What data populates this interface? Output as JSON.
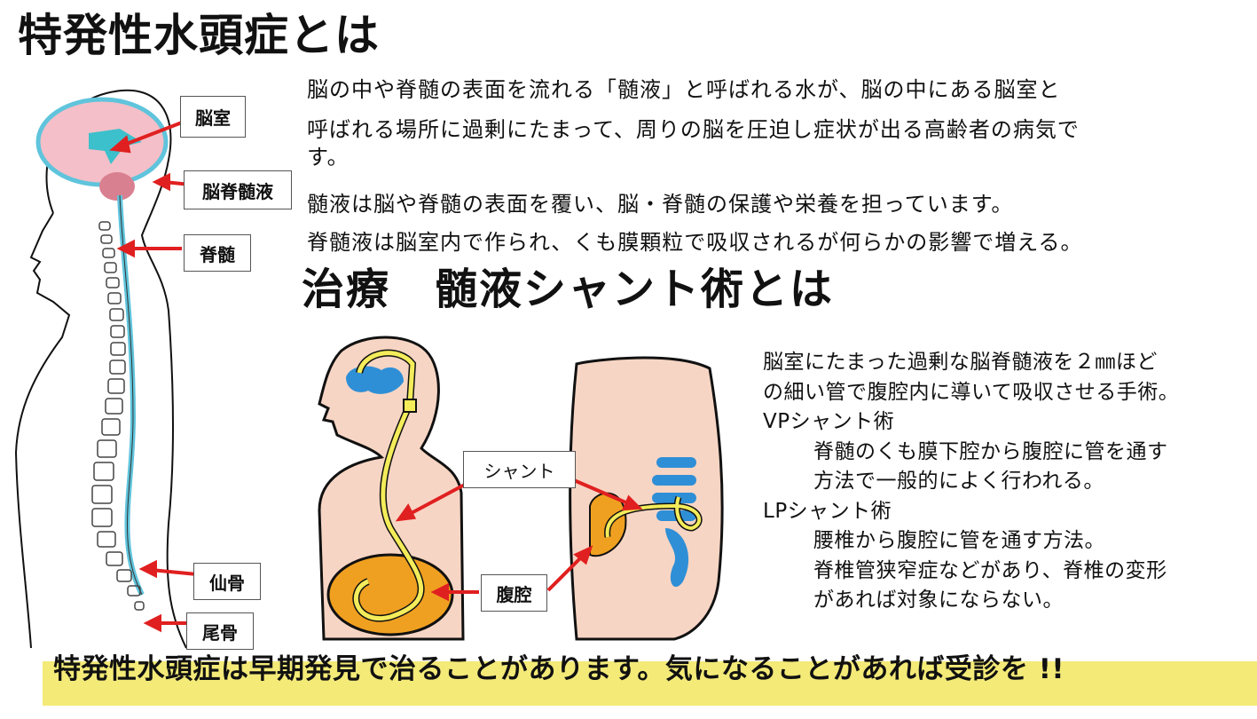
{
  "title": "特発性水頭症とは",
  "intro": {
    "lines": [
      "脳の中や脊髄の表面を流れる「髄液」と呼ばれる水が、脳の中にある脳室と",
      "呼ばれる場所に過剰にたまって、周りの脳を圧迫し症状が出る高齢者の病気で",
      "す。",
      "髄液は脳や脊髄の表面を覆い、脳・脊髄の保護や栄養を担っています。",
      "脊髄液は脳室内で作られ、くも膜顆粒で吸収されるが何らかの影響で増える。"
    ]
  },
  "anatomy_diagram": {
    "labels": {
      "ventricle": "脳室",
      "csf": "脳脊髄液",
      "spinal_cord": "脊髄",
      "sacrum": "仙骨",
      "coccyx": "尾骨"
    }
  },
  "treatment": {
    "title": "治療　髄液シャント術とは",
    "diagram_labels": {
      "shunt": "シャント",
      "abdominal_cavity": "腹腔"
    },
    "description": [
      "脳室にたまった過剰な脳脊髄液を２㎜ほど",
      "の細い管で腹腔内に導いて吸収させる手術。"
    ],
    "vp": {
      "heading": "VPシャント術",
      "lines": [
        "脊髄のくも膜下腔から腹腔に管を通す",
        "方法で一般的によく行われる。"
      ]
    },
    "lp": {
      "heading": "LPシャント術",
      "lines": [
        "腰椎から腹腔に管を通す方法。",
        "脊椎管狭窄症などがあり、脊椎の変形",
        "があれば対象にならない。"
      ]
    }
  },
  "banner": {
    "text": "特発性水頭症は早期発見で治ることがあります。気になることがあれば受診を !!"
  },
  "colors": {
    "highlight": "#f3ea78",
    "arrow": "#e02020",
    "brain": "#f4bfc8",
    "csf": "#5fc4dc",
    "skin": "#f7d5c4",
    "abdomen": "#f0a020",
    "tube": "#f4ec5a",
    "ventricle_blue": "#2f8fd6"
  }
}
